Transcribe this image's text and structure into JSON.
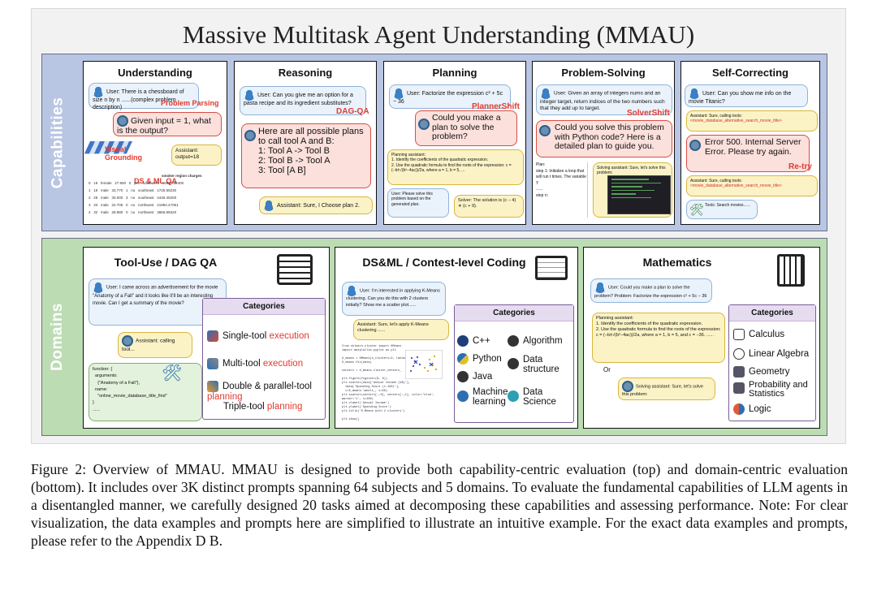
{
  "title": "Massive Multitask Agent Understanding (MMAU)",
  "bands": {
    "capabilities": "Capabilities",
    "domains": "Domains"
  },
  "understanding": {
    "title": "Understanding",
    "user": "User: There is a chessboard of size n by n ......(complex problem description)",
    "tag1": "Problem Parsing",
    "question": "Given input = 1, what is the output?",
    "tag2": "Visual Grounding",
    "tag3": "DS & ML QA",
    "assistant": "Assistant: output=18",
    "table_header": [
      "smoker",
      "region",
      "charges"
    ],
    "table_rows": [
      [
        "0",
        "19",
        "female",
        "27.900",
        "0",
        "yes",
        "southwest",
        "16884.92400"
      ],
      [
        "1",
        "18",
        "male",
        "33.770",
        "1",
        "no",
        "southeast",
        "1725.55230"
      ],
      [
        "2",
        "28",
        "male",
        "33.000",
        "3",
        "no",
        "southeast",
        "4449.46200"
      ],
      [
        "3",
        "33",
        "male",
        "22.705",
        "0",
        "no",
        "northwest",
        "21984.47061"
      ],
      [
        "4",
        "32",
        "male",
        "28.880",
        "0",
        "no",
        "northwest",
        "3866.85520"
      ]
    ]
  },
  "reasoning": {
    "title": "Reasoning",
    "user": "User: Can you give me an option for a pasta recipe and its ingredient substitutes?",
    "tag": "DAG-QA",
    "plans": "Here are all possible plans to call tool A and B:\n1: Tool A -> Tool B\n2: Tool B -> Tool A\n3: Tool [A B]",
    "assistant": "Assistant: Sure, I Choose plan 2."
  },
  "planning": {
    "title": "Planning",
    "user": "User: Factorize the expression c² + 5c − 36",
    "tag": "PlannerShift",
    "question": "Could you make a plan to solve the problem?",
    "assistant": "Planning assistant:\n1. Identify the coefficients of the quadratic expression.\n2. Use the quadratic formula to find the roots of the expression: c = (−b±√(b²−4ac))/2a, where a = 1, b = 5, ...",
    "user2": "User: Please solve this problem based on the generated plan.",
    "solver": "Solver: The solution is (c − 4) ∗ (c + 9)."
  },
  "problem_solving": {
    "title": "Problem-Solving",
    "user": "User: Given an array of integers nums and an integer target, return indices of the two numbers such that they add up to target.",
    "tag": "SolverShift",
    "question": "Could you solve this problem with Python code? Here is a detailed plan to guide you.",
    "plan": "Plan:\nstep 1: Initialize a loop that will run t times. The variable 't'\n......\nstep n:",
    "assistant": "Solving assistant: Sure, let's solve this problem:"
  },
  "self_correcting": {
    "title": "Self-Correcting",
    "user": "User: Can you show me info on the movie Titanic?",
    "assistant1": "Assistant: Sure, calling tools:",
    "call1": "<movie_database_alternative_search_movie_title>",
    "error": "Error 500. Internal Server Error. Please try again.",
    "tag": "Re-try",
    "assistant2": "Assistant: Sure, calling tools:",
    "call2": "<movie_database_alternative_search_movie_title>",
    "tools": "Tools: Search movies......"
  },
  "tool_use": {
    "title": "Tool-Use / DAG QA",
    "user": "User: I came across an advertisement for the movie \"Anatomy of a Fall\" and it looks like it'll be an interesting movie. Can I get a summary of the movie?",
    "assistant": "Assistant: calling tool...",
    "function": "function: {\n  arguments:\n    {\"Anatomy of a Fall\"},\n  name:\n    \"online_movie_database_title_find\"\n}\n......",
    "categories_title": "Categories",
    "categories": [
      {
        "text": "Single-tool ",
        "hl": "execution"
      },
      {
        "text": "Multi-tool ",
        "hl": "execution"
      },
      {
        "text": "Double & parallel-tool ",
        "hl": "planning"
      },
      {
        "text": "Triple-tool ",
        "hl": "planning"
      }
    ]
  },
  "dsml": {
    "title": "DS&ML / Contest-level Coding",
    "user": "User: I'm interested in applying K-Means clustering. Can you do this with 2 clusters initially? Show me a scatter plot......",
    "assistant": "Assistant: Sure, let's apply K-Means clustering ......",
    "categories_title": "Categories",
    "categories": [
      "C++",
      "Algorithm",
      "Python",
      "Data structure",
      "Java",
      "Machine learning",
      "Data Science"
    ]
  },
  "mathematics": {
    "title": "Mathematics",
    "user": "User: Could you make a plan to solve the problem? Problem: Factorize the expression c² + 5c − 36",
    "assistant": "Planning assistant:\n1. Identify the coefficients of the quadratic expression.\n2. Use the quadratic formula to find the roots of the expression: c = (−b±√(b²−4ac))/2a, where a = 1, b = 5, and c = −36. ......",
    "or": "Or",
    "solving": "Solving assistant: Sure, let's solve this problem:",
    "categories_title": "Categories",
    "categories": [
      "Calculus",
      "Linear Algebra",
      "Geometry",
      "Probability and Statistics",
      "Logic"
    ]
  },
  "caption": "Figure 2: Overview of MMAU. MMAU is designed to provide both capability-centric evaluation (top) and domain-centric evaluation (bottom). It includes over 3K distinct prompts spanning 64 subjects and 5 domains. To evaluate the fundamental capabilities of LLM agents in a disentangled manner, we carefully designed 20 tasks aimed at decomposing these capabilities and assessing performance. Note: For clear visualization, the data examples and prompts here are simplified to illustrate an intuitive example. For the exact data examples and prompts, please refer to the Appendix D B.",
  "colors": {
    "capabilities_band": "#b9c6e3",
    "domains_band": "#bcdcb3",
    "highlight_red": "#e03b2f"
  }
}
